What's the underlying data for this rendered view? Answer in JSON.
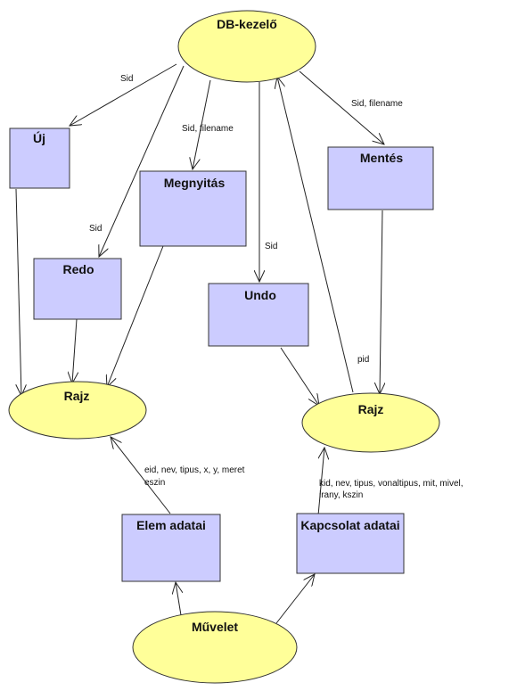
{
  "colors": {
    "ellipse_fill": "#FFFF99",
    "box_fill": "#CCCCFF",
    "shape_stroke": "#333333",
    "line": "#222222",
    "text": "#111111"
  },
  "nodes": {
    "db_kezelo": "DB-kezelő",
    "uj": "Új",
    "megnyitas": "Megnyitás",
    "mentes": "Mentés",
    "redo": "Redo",
    "undo": "Undo",
    "rajz_left": "Rajz",
    "rajz_right": "Rajz",
    "elem_adatai": "Elem adatai",
    "kapcsolat_adatai": "Kapcsolat adatai",
    "muvelet": "Művelet"
  },
  "edge_labels": {
    "db_to_uj": "Sid",
    "db_to_megnyitas": "Sid, filename",
    "db_to_mentes": "Sid, filename",
    "db_to_redo": "Sid",
    "db_to_undo": "Sid",
    "mentes_to_rajz": "pid",
    "elem_adatai_to_rajz_line1": "eid, nev, tipus, x, y, meret",
    "elem_adatai_to_rajz_line2": "eszin",
    "kapcsolat_to_rajz_line1": "kid, nev, tipus, vonaltipus, mit, mivel,",
    "kapcsolat_to_rajz_line2": "irany, kszin"
  }
}
